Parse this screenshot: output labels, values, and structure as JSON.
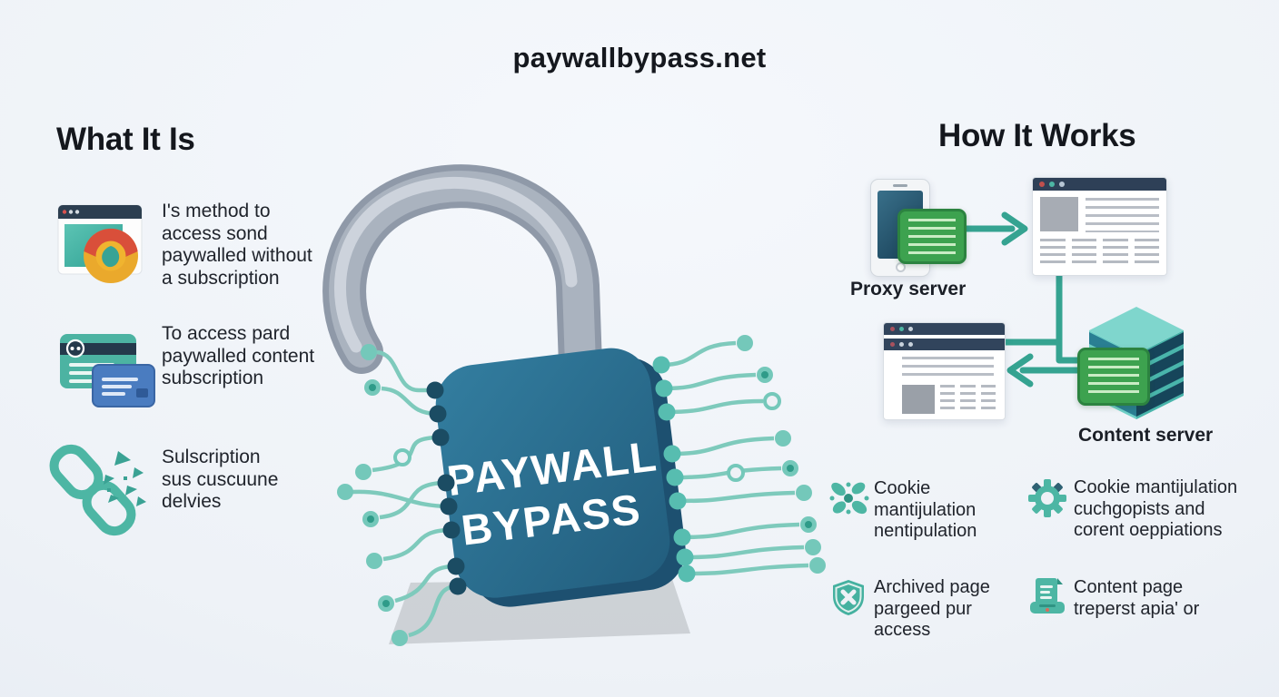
{
  "title": "paywallbypass.net",
  "lock": {
    "line1": "PAYWALL",
    "line2": "BYPASS"
  },
  "what_it_is": {
    "heading": "What It Is",
    "items": [
      {
        "icon": "browser-chrome-icon",
        "text": "I's method to\naccess sond\npaywalled without\na subscription"
      },
      {
        "icon": "credit-cards-icon",
        "text": "To access pard\npaywalled content\nsubscription"
      },
      {
        "icon": "broken-link-icon",
        "text": "Sulscription\nsus cuscuune\ndelvies"
      }
    ]
  },
  "how_it_works": {
    "heading": "How It Works",
    "labels": {
      "proxy": "Proxy server",
      "content": "Content server"
    },
    "items": [
      {
        "icon": "cookie-icon",
        "text": "Cookie\nmantijulation\nnentipulation"
      },
      {
        "icon": "gear-icon",
        "text": "Cookie mantijulation\ncuchgopists and\ncorent oeppiations"
      },
      {
        "icon": "shield-x-icon",
        "text": "Archived page\npargeed pur\naccess"
      },
      {
        "icon": "printer-document-icon",
        "text": "Content page\ntreperst apia' or"
      }
    ]
  },
  "colors": {
    "background": "#eef1f7",
    "teal_icon": "#4db6a4",
    "trace": "#7ecabc",
    "lock_body": "#2b7093",
    "green_card": "#3da24f",
    "navy_header": "#2e4057",
    "arrow": "#35a391"
  }
}
